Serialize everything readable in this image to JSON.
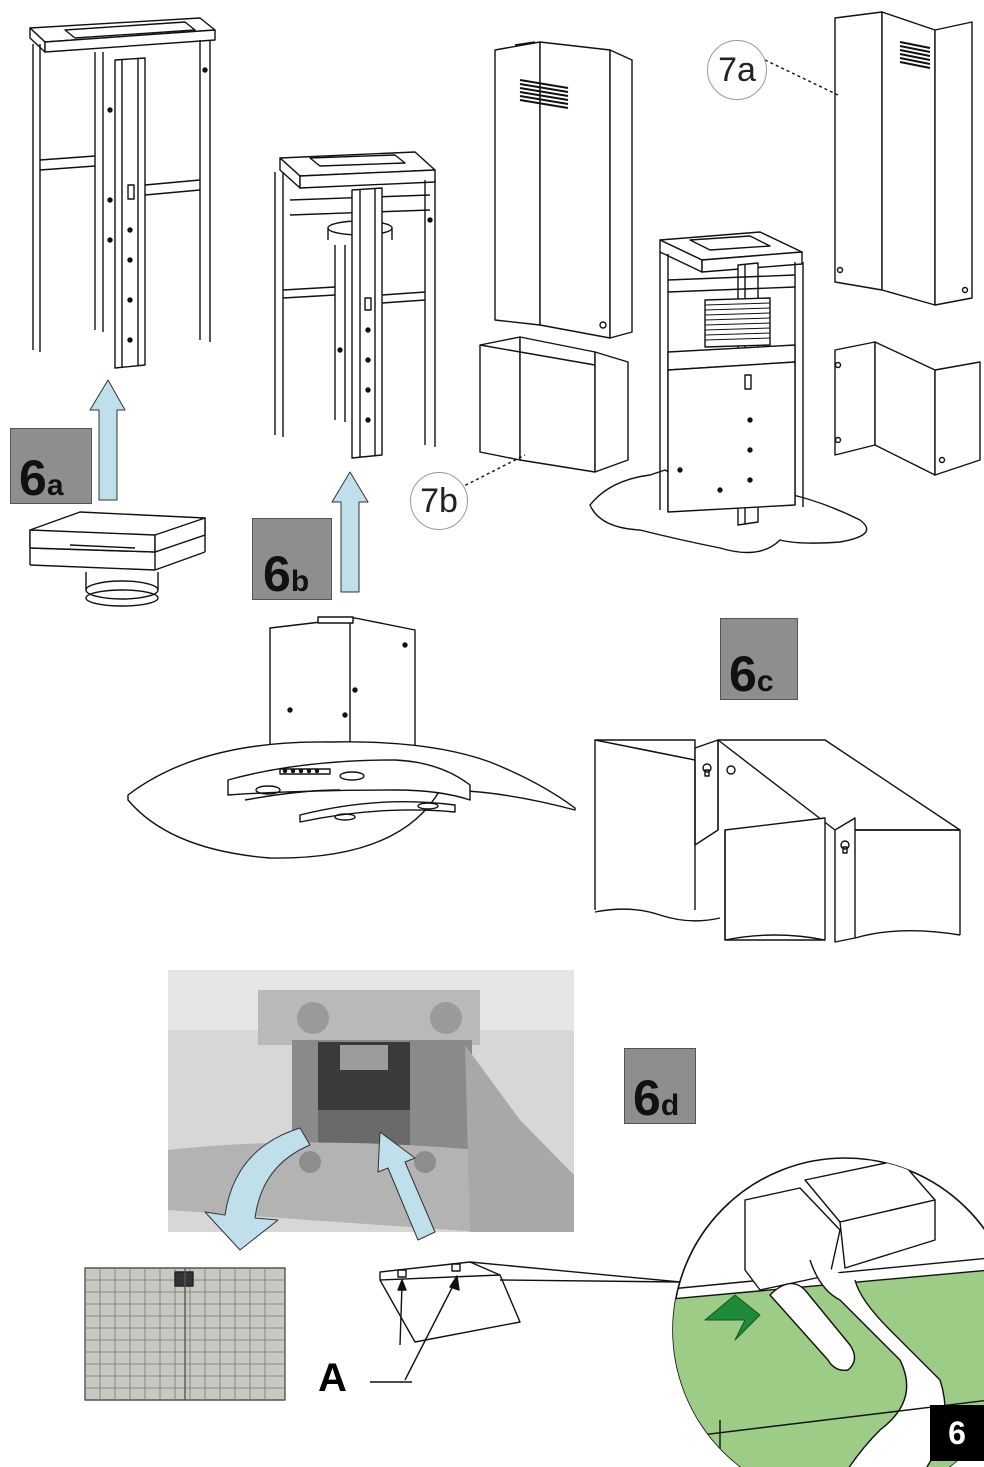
{
  "labels": {
    "step_6a": {
      "num": "6",
      "letter": "a"
    },
    "step_6b": {
      "num": "6",
      "letter": "b"
    },
    "step_6c": {
      "num": "6",
      "letter": "c"
    },
    "step_6d": {
      "num": "6",
      "letter": "d"
    }
  },
  "callouts": {
    "part_7a": "7a",
    "part_7b": "7b"
  },
  "pointer_A": "A",
  "page_number": "6",
  "colors": {
    "label_bg": "#8e8e8e",
    "arrow_fill": "#bfe0ea",
    "zoom_green": "#9ccc85",
    "green_arrow": "#1f8a3a",
    "line": "#111111",
    "photo_grey": "#c9c9c9"
  }
}
